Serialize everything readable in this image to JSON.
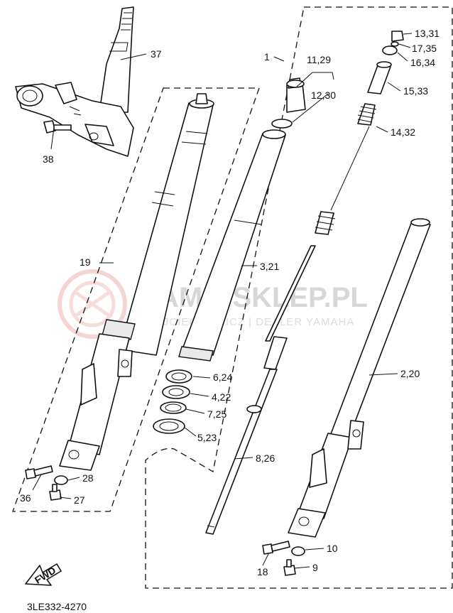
{
  "diagram": {
    "code": "3LE332-4270",
    "direction_label": "FWD",
    "watermark": {
      "main": "YAMA-SKLEP.PL",
      "sub": "WOJCIECHOWICZ | DEALER YAMAHA"
    },
    "labels": {
      "p1": "1",
      "p37": "37",
      "p38": "38",
      "p19": "19",
      "p36": "36",
      "p28": "28",
      "p27": "27",
      "p11_29": "11,29",
      "p12_30": "12,30",
      "p3_21": "3,21",
      "p6_24": "6,24",
      "p4_22": "4,22",
      "p7_25": "7,25",
      "p5_23": "5,23",
      "p8_26": "8,26",
      "p13_31": "13,31",
      "p17_35": "17,35",
      "p16_34": "16,34",
      "p15_33": "15,33",
      "p14_32": "14,32",
      "p2_20": "2,20",
      "p10": "10",
      "p18": "18",
      "p9": "9"
    }
  },
  "colors": {
    "line": "#111111",
    "watermark": "#d7d7d7",
    "logo": "#f0b8b8"
  }
}
